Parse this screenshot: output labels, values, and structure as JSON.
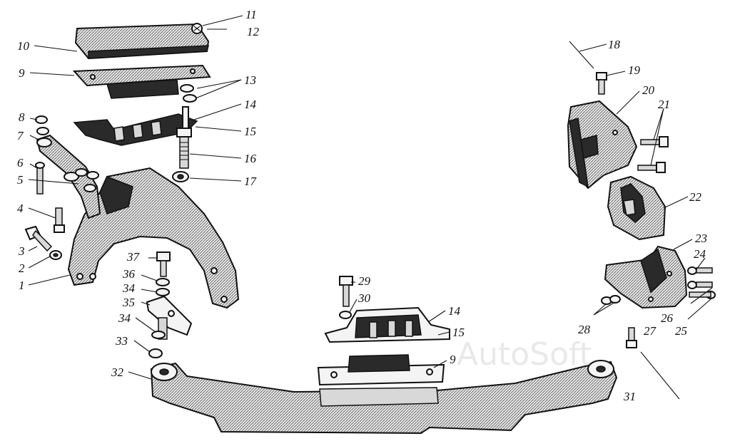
{
  "watermark": "AutoSoft",
  "labels": [
    {
      "id": "1",
      "text": "1"
    },
    {
      "id": "2",
      "text": "2"
    },
    {
      "id": "3",
      "text": "3"
    },
    {
      "id": "4",
      "text": "4"
    },
    {
      "id": "5",
      "text": "5"
    },
    {
      "id": "6",
      "text": "6"
    },
    {
      "id": "7",
      "text": "7"
    },
    {
      "id": "8",
      "text": "8"
    },
    {
      "id": "9a",
      "text": "9"
    },
    {
      "id": "9b",
      "text": "9"
    },
    {
      "id": "10",
      "text": "10"
    },
    {
      "id": "11",
      "text": "11"
    },
    {
      "id": "12",
      "text": "12"
    },
    {
      "id": "13",
      "text": "13"
    },
    {
      "id": "14a",
      "text": "14"
    },
    {
      "id": "14b",
      "text": "14"
    },
    {
      "id": "15a",
      "text": "15"
    },
    {
      "id": "15b",
      "text": "15"
    },
    {
      "id": "16",
      "text": "16"
    },
    {
      "id": "17",
      "text": "17"
    },
    {
      "id": "18",
      "text": "18"
    },
    {
      "id": "19",
      "text": "19"
    },
    {
      "id": "20",
      "text": "20"
    },
    {
      "id": "21",
      "text": "21"
    },
    {
      "id": "22",
      "text": "22"
    },
    {
      "id": "23",
      "text": "23"
    },
    {
      "id": "24",
      "text": "24"
    },
    {
      "id": "25",
      "text": "25"
    },
    {
      "id": "26",
      "text": "26"
    },
    {
      "id": "27",
      "text": "27"
    },
    {
      "id": "28",
      "text": "28"
    },
    {
      "id": "29",
      "text": "29"
    },
    {
      "id": "30",
      "text": "30"
    },
    {
      "id": "31",
      "text": "31"
    },
    {
      "id": "32",
      "text": "32"
    },
    {
      "id": "33",
      "text": "33"
    },
    {
      "id": "34a",
      "text": "34"
    },
    {
      "id": "34b",
      "text": "34"
    },
    {
      "id": "35",
      "text": "35"
    },
    {
      "id": "36",
      "text": "36"
    },
    {
      "id": "37",
      "text": "37"
    }
  ]
}
